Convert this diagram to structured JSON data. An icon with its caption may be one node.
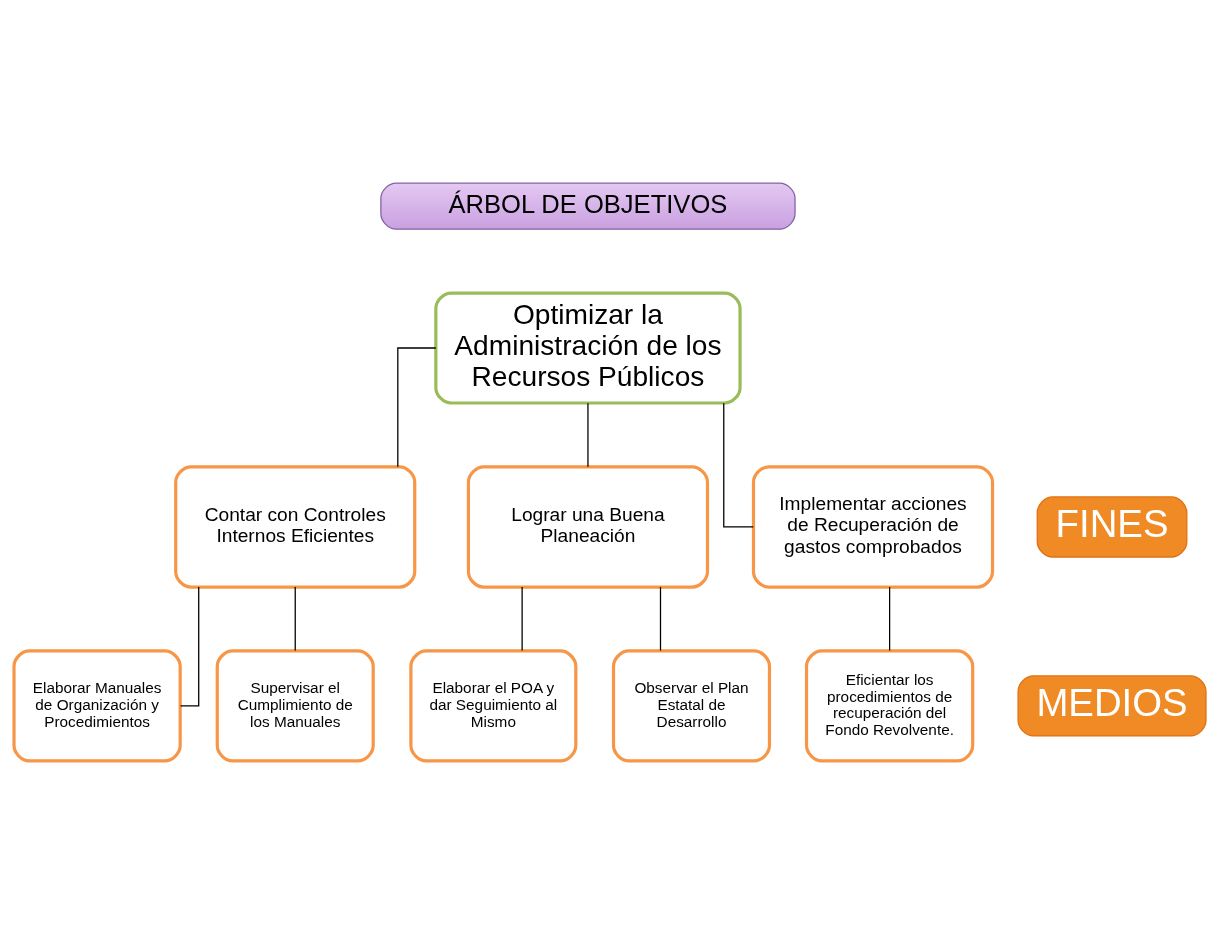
{
  "diagram": {
    "nodes": [
      {
        "text": [
          "ÁRBOL DE OBJETIVOS"
        ]
      },
      {
        "text": [
          "FINES"
        ]
      },
      {
        "text": [
          "MEDIOS"
        ]
      },
      {
        "text": [
          "Optimizar la Administración de los Recursos Públicos"
        ]
      },
      {
        "text": [
          "Contar con Controles Internos Eficientes"
        ]
      },
      {
        "text": [
          "Lograr una Buena Planeación"
        ]
      },
      {
        "text": [
          "Implementar acciones de Recuperación de gastos comprobados"
        ]
      },
      {
        "text": [
          "Elaborar Manuales de Organización y Procedimientos"
        ]
      },
      {
        "text": [
          "Supervisar el Cumplimiento de los Manuales"
        ]
      },
      {
        "text": [
          "Elaborar el POA y dar Seguimiento al Mismo"
        ]
      },
      {
        "text": [
          "Observar el Plan Estatal de Desarrollo"
        ]
      },
      {
        "text": [
          "Eficientar los procedimientos de recuperación del Fondo Revolvente."
        ]
      }
    ],
    "edges": [
      {
        "from": 3,
        "to": 4,
        "arrow": "none"
      },
      {
        "from": 3,
        "to": 5,
        "arrow": "none"
      },
      {
        "from": 3,
        "to": 6,
        "arrow": "none"
      },
      {
        "from": 4,
        "to": 7,
        "arrow": "none"
      },
      {
        "from": 4,
        "to": 8,
        "arrow": "none"
      },
      {
        "from": 5,
        "to": 9,
        "arrow": "none"
      },
      {
        "from": 5,
        "to": 10,
        "arrow": "none"
      },
      {
        "from": 6,
        "to": 11,
        "arrow": "none"
      }
    ]
  }
}
